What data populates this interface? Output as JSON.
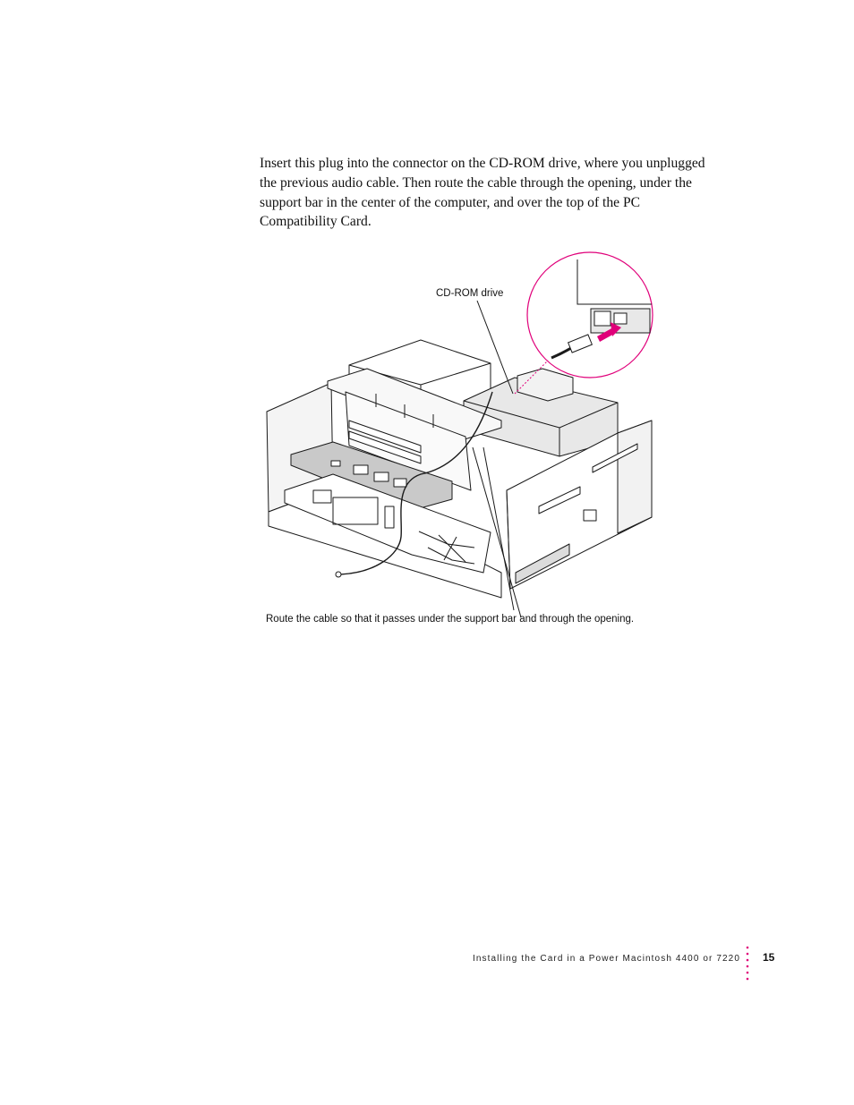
{
  "body": {
    "paragraph": "Insert this plug into the connector on the CD-ROM drive, where you unplugged the previous audio cable. Then route the cable through the opening, under the support bar in the center of the computer, and over the top of the PC Compatibility Card."
  },
  "figure": {
    "callout_cdrom": "CD-ROM drive",
    "callout_route": "Route the cable so that it passes under the support bar and through the opening."
  },
  "footer": {
    "running_title": "Installing the Card in a Power Macintosh 4400 or 7220",
    "page_number": "15"
  },
  "colors": {
    "accent": "#e0007a",
    "line": "#1a1a1a",
    "shade": "#e6e6e6"
  }
}
